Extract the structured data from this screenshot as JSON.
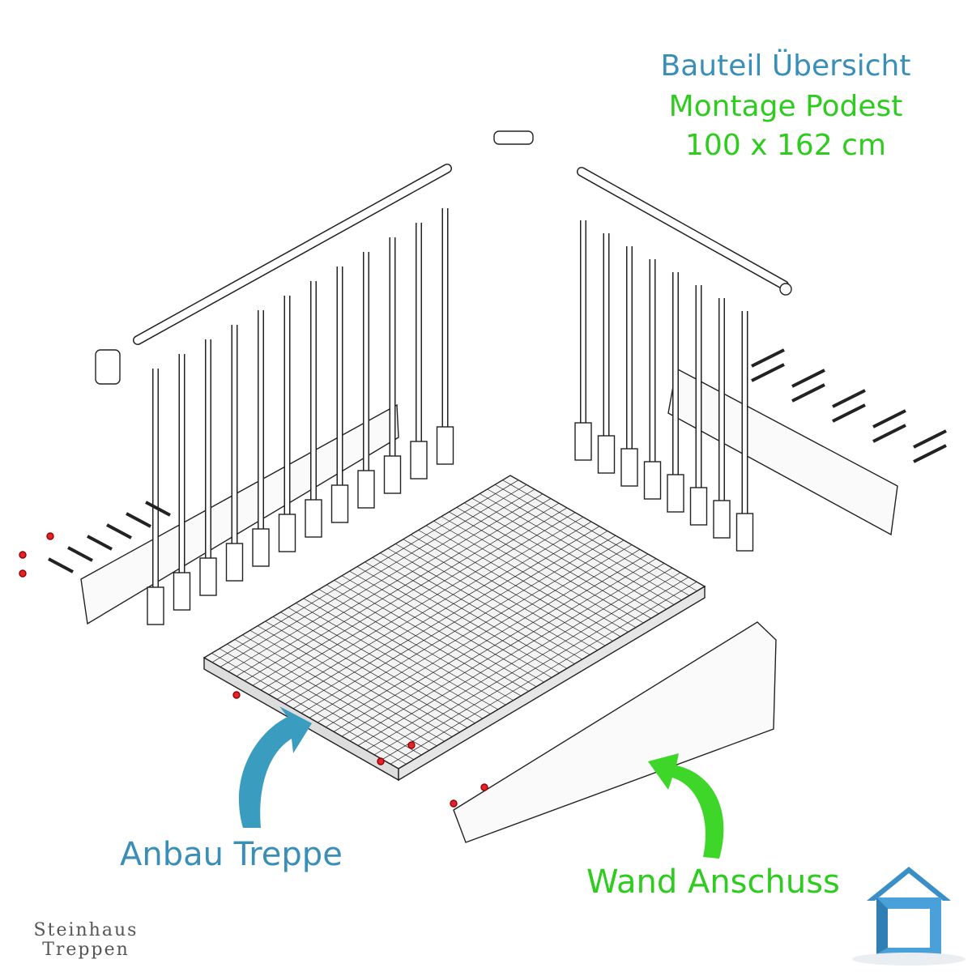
{
  "titles": {
    "line1": "Bauteil Übersicht",
    "line2": "Montage Podest",
    "line3": "100 x 162 cm"
  },
  "callouts": {
    "left": "Anbau Treppe",
    "right": "Wand Anschuss"
  },
  "brand": {
    "line1": "Steinhaus",
    "line2": "Treppen"
  },
  "colors": {
    "blue_text": "#3a8fb8",
    "green_text": "#2ecc1e",
    "blue_arrow": "#3a9dc0",
    "green_arrow": "#3fd62a",
    "red_fastener": "#e0242b",
    "line": "#222222"
  },
  "icons": {
    "logo": "house-logo-icon",
    "arrow_left": "curved-arrow-icon",
    "arrow_right": "curved-arrow-icon"
  }
}
